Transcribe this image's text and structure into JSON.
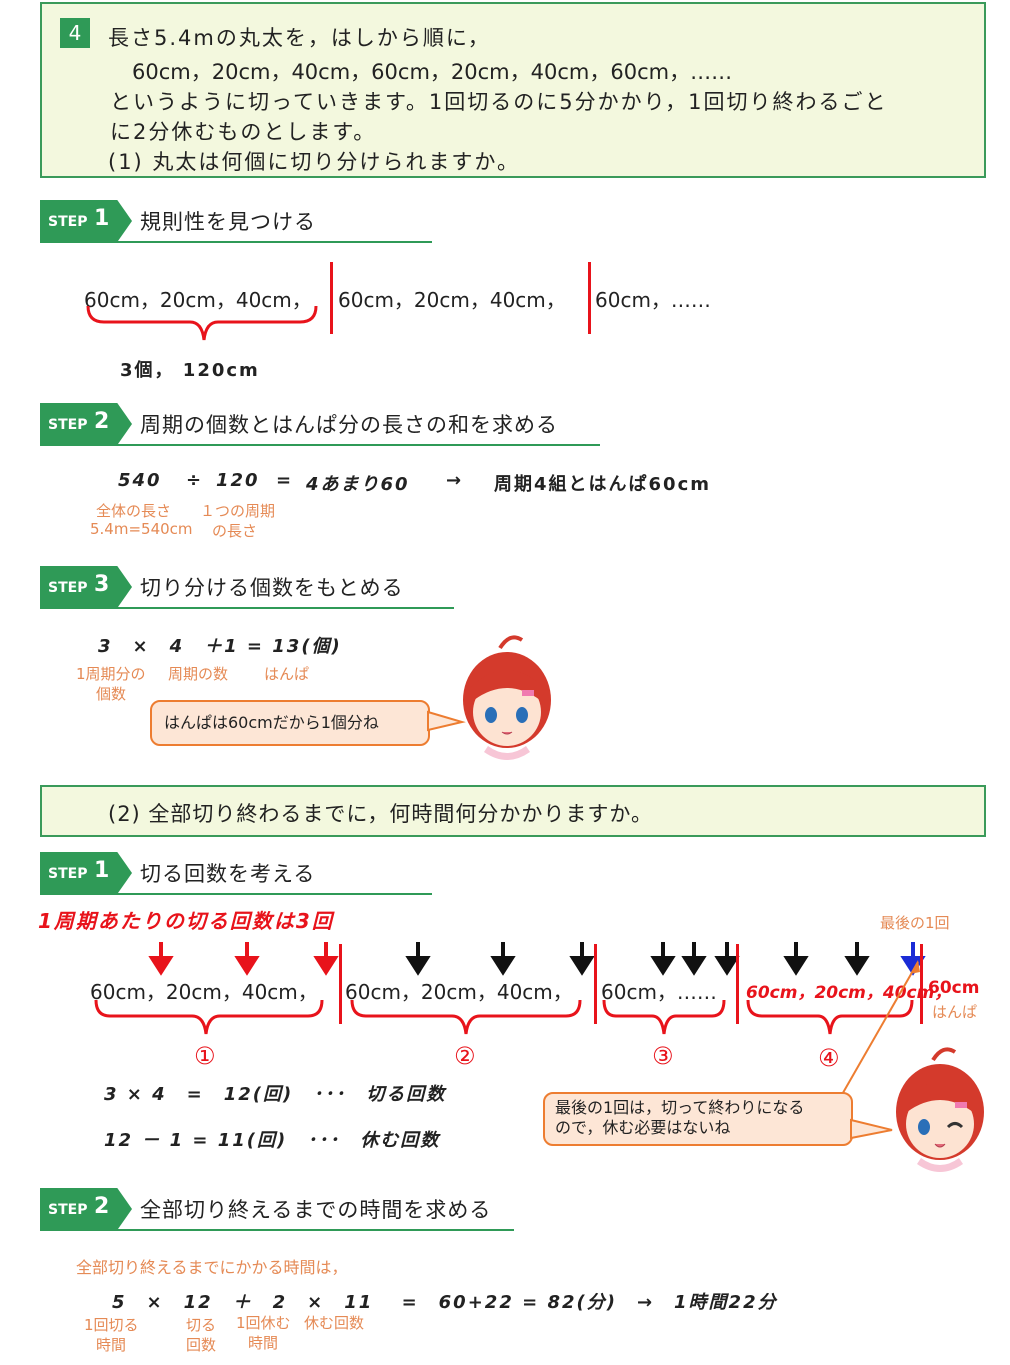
{
  "problem": {
    "number": "4",
    "line1": "長さ5.4mの丸太を，はしから順に，",
    "line2": "60cm，20cm，40cm，60cm，20cm，40cm，60cm，……",
    "line3": "というように切っていきます。1回切るのに5分かかり，1回切り終わるごと",
    "line4": "に2分休むものとします。",
    "q1": "(1) 丸太は何個に切り分けられますか。"
  },
  "part1": {
    "step1": {
      "step_word": "STEP",
      "step_num": "1",
      "title": "規則性を見つける"
    },
    "seq_a": "60cm，20cm，40cm，",
    "seq_b": "60cm，20cm，40cm，",
    "seq_c": "60cm，……",
    "brace_label": "3個， 120cm",
    "step2": {
      "step_word": "STEP",
      "step_num": "2",
      "title": "周期の個数とはんぱ分の長さの和を求める"
    },
    "calc2": {
      "a": "540",
      "op1": "÷",
      "b": "120",
      "eq": "=",
      "res": "4あまり60",
      "arrow": "→",
      "concl": "周期4組とはんぱ60cm"
    },
    "note_total_1": "全体の長さ",
    "note_total_2": "5.4m=540cm",
    "note_period_1": "１つの周期",
    "note_period_2": "の長さ",
    "step3": {
      "step_word": "STEP",
      "step_num": "3",
      "title": "切り分ける個数をもとめる"
    },
    "calc3": "3　×　4　＋1 = 13(個)",
    "note3_a1": "1周期分の",
    "note3_a2": "個数",
    "note3_b": "周期の数",
    "note3_c": "はんぱ",
    "bubble1": "はんぱは60cmだから1個分ね"
  },
  "part2": {
    "q2": "(2) 全部切り終わるまでに，何時間何分かかりますか。",
    "step1": {
      "step_word": "STEP",
      "step_num": "1",
      "title": "切る回数を考える"
    },
    "red_heading": "1周期あたりの切る回数は3回",
    "last_label": "最後の1回",
    "seq_a": "60cm，20cm，40cm，",
    "seq_b": "60cm，20cm，40cm，",
    "seq_c": "60cm，……",
    "seq_d": "60cm，20cm，40cm，",
    "seq_e": "60cm",
    "hanpa": "はんぱ",
    "circles": [
      "①",
      "②",
      "③",
      "④"
    ],
    "calc_a": "3 × 4　=　12(回)　･･･　切る回数",
    "calc_b": "12 － 1 = 11(回)　･･･　休む回数",
    "bubble2_line1": "最後の1回は，切って終わりになる",
    "bubble2_line2": "ので，休む必要はないね",
    "step2": {
      "step_word": "STEP",
      "step_num": "2",
      "title": "全部切り終えるまでの時間を求める"
    },
    "lead": "全部切り終えるまでにかかる時間は，",
    "final_calc": "5　×　12　＋　2　×　11　 =　60+22 = 82(分)　→　1時間22分",
    "note_f1_1": "1回切る",
    "note_f1_2": "時間",
    "note_f2_1": "切る",
    "note_f2_2": "回数",
    "note_f3_1": "1回休む",
    "note_f3_2": "時間",
    "note_f4": "休む回数"
  },
  "colors": {
    "green": "#2f9a57",
    "red": "#e8131b",
    "orange": "#e58a55",
    "blue": "#1a2bd6"
  }
}
